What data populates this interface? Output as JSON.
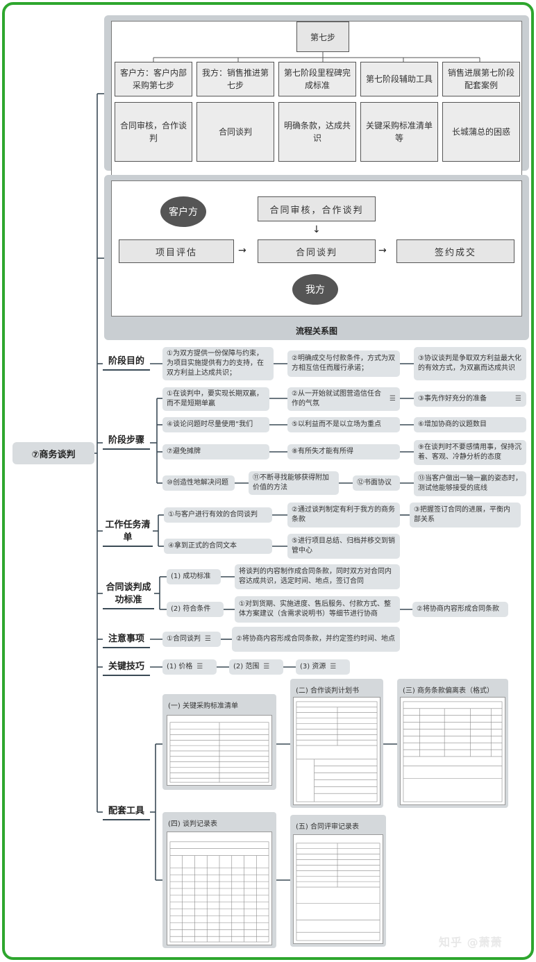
{
  "root": {
    "label": "⑦商务谈判"
  },
  "panel1": {
    "head": "第七步",
    "columns": [
      {
        "header": "客户方：客户内部采购第七步",
        "content": "合同审核，合作谈判"
      },
      {
        "header": "我方：销售推进第七步",
        "content": "合同谈判"
      },
      {
        "header": "第七阶段里程碑完成标准",
        "content": "明确条款，达成共识"
      },
      {
        "header": "第七阶段辅助工具",
        "content": "关键采购标准清单等"
      },
      {
        "header": "销售进展第七阶段配套案例",
        "content": "长城蒲总的困惑"
      }
    ]
  },
  "flow": {
    "customer": "客户方",
    "us": "我方",
    "top_box": "合同审核，合作谈判",
    "box1": "项目评估",
    "box2": "合同谈判",
    "box3": "签约成交",
    "arrow": "→",
    "down_arrow": "↓",
    "caption": "流程关系图"
  },
  "goal": {
    "label": "阶段目的",
    "items": [
      "①为双方提供一份保障与约束，为项目实施提供有力的支持，在双方利益上达成共识；",
      "②明确成交与付款条件，方式为双方相互信任而履行承诺；",
      "③协议谈判是争取双方利益最大化的有效方式，为双赢而达成共识"
    ]
  },
  "steps": {
    "label": "阶段步骤",
    "items": [
      "①在谈判中，要实现长期双赢，而不是短期单赢",
      "②从一开始就试图营造信任合作的气氛",
      "③事先作好充分的准备",
      "④谈论问题时尽量使用“我们",
      "⑤以利益而不是以立场为重点",
      "⑥增加协商的议题数目",
      "⑦避免摊牌",
      "⑧有所失才能有所得",
      "⑨在谈判时不要感情用事，保持沉着、客观、冷静分析的态度",
      "⑩创造性地解决问题",
      "⑪不断寻找能够获得附加价值的方法",
      "⑫书面协议",
      "⑬当客户做出一输一赢的姿态时，测试他能够接受的底线"
    ]
  },
  "tasks": {
    "label": "工作任务清单",
    "items": [
      "①与客户进行有效的合同谈判",
      "②通过谈判制定有利于我方的商务条款",
      "③把握签订合同的进展，平衡内部关系",
      "④拿到正式的合同文本",
      "⑤进行项目总结、归档并移交到销管中心"
    ]
  },
  "success": {
    "label": "合同谈判成功标准",
    "items": [
      "(1) 成功标准",
      "将谈判的内容制作成合同条款，同时双方对合同内容达成共识，选定时间、地点，签订合同",
      "(2) 符合条件",
      "①对到货期、实施进度、售后服务、付款方式、整体方案建议（含需求说明书）等细节进行协商",
      "②将协商内容形成合同条款"
    ]
  },
  "notes": {
    "label": "注意事项",
    "items": [
      "①合同谈判",
      "②将协商内容形成合同条款，并约定签约时间、地点"
    ]
  },
  "skills": {
    "label": "关键技巧",
    "items": [
      "(1) 价格",
      "(2) 范围",
      "(3) 资源"
    ]
  },
  "tools": {
    "label": "配套工具",
    "items": [
      "(一) 关键采购标准清单",
      "(二) 合作谈判计划书",
      "(三) 商务条款偏离表（格式）",
      "(四) 谈判记录表",
      "(五) 合同评审记录表"
    ]
  },
  "watermark": "知乎 @萧萧",
  "colors": {
    "border": "#2ea62e",
    "pill": "#dfe3e6",
    "panel": "#c9ced2",
    "oval": "#555555"
  }
}
